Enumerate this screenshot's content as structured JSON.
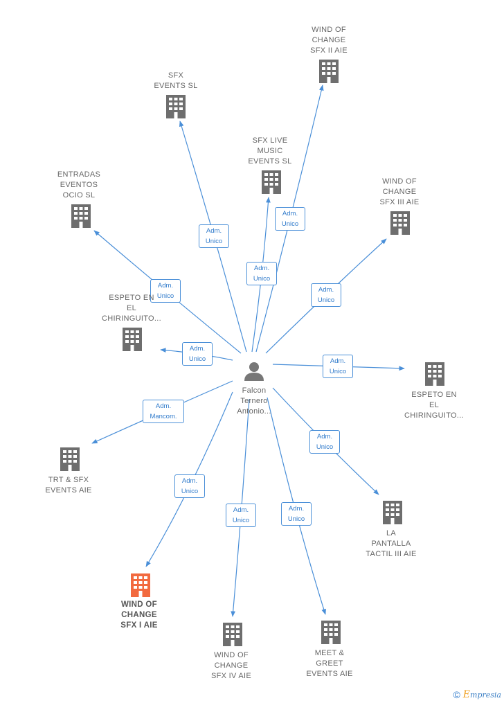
{
  "colors": {
    "edge": "#4a8fd8",
    "building": "#6e6e6e",
    "building_highlight": "#f26a3f",
    "person": "#777777",
    "label": "#666666",
    "edge_text": "#2f7acb"
  },
  "center": {
    "name_lines": [
      "Falcon",
      "Ternero",
      "Antonio..."
    ],
    "icon": "person-icon"
  },
  "nodes": [
    {
      "id": "wind-of-change-sfx-ii",
      "lines": [
        "WIND OF",
        "CHANGE",
        "SFX II AIE"
      ],
      "icon": "building-icon",
      "highlight": false
    },
    {
      "id": "sfx-events-sl",
      "lines": [
        "SFX",
        "EVENTS  SL"
      ],
      "icon": "building-icon",
      "highlight": false
    },
    {
      "id": "sfx-live-music-events-sl",
      "lines": [
        "SFX LIVE",
        "MUSIC",
        "EVENTS  SL"
      ],
      "icon": "building-icon",
      "highlight": false
    },
    {
      "id": "entradas-eventos-ocio-sl",
      "lines": [
        "ENTRADAS",
        "EVENTOS",
        "OCIO  SL"
      ],
      "icon": "building-icon",
      "highlight": false
    },
    {
      "id": "wind-of-change-sfx-iii",
      "lines": [
        "WIND OF",
        "CHANGE",
        "SFX III AIE"
      ],
      "icon": "building-icon",
      "highlight": false
    },
    {
      "id": "espeto-en-el-chiringuito-1",
      "lines": [
        "ESPETO EN",
        "EL",
        "CHIRINGUITO..."
      ],
      "icon": "building-icon",
      "highlight": false
    },
    {
      "id": "espeto-en-el-chiringuito-2",
      "lines": [
        "ESPETO EN",
        "EL",
        "CHIRINGUITO..."
      ],
      "icon": "building-icon",
      "highlight": false
    },
    {
      "id": "trt-sfx-events",
      "lines": [
        "TRT & SFX",
        "EVENTS AIE"
      ],
      "icon": "building-icon",
      "highlight": false
    },
    {
      "id": "la-pantalla-tactil-iii",
      "lines": [
        "LA",
        "PANTALLA",
        "TACTIL III  AIE"
      ],
      "icon": "building-icon",
      "highlight": false
    },
    {
      "id": "wind-of-change-sfx-i",
      "lines": [
        "WIND OF",
        "CHANGE",
        "SFX I AIE"
      ],
      "icon": "building-icon",
      "highlight": true
    },
    {
      "id": "wind-of-change-sfx-iv",
      "lines": [
        "WIND OF",
        "CHANGE",
        "SFX IV AIE"
      ],
      "icon": "building-icon",
      "highlight": false
    },
    {
      "id": "meet-greet-events",
      "lines": [
        "MEET &",
        "GREET",
        "EVENTS AIE"
      ],
      "icon": "building-icon",
      "highlight": false
    }
  ],
  "edges": [
    {
      "to": "wind-of-change-sfx-ii",
      "lines": [
        "Adm.",
        "Unico"
      ]
    },
    {
      "to": "sfx-events-sl",
      "lines": [
        "Adm.",
        "Unico"
      ]
    },
    {
      "to": "sfx-live-music-events-sl",
      "lines": [
        "Adm.",
        "Unico"
      ]
    },
    {
      "to": "entradas-eventos-ocio-sl",
      "lines": [
        "Adm.",
        "Unico"
      ]
    },
    {
      "to": "wind-of-change-sfx-iii",
      "lines": [
        "Adm.",
        "Unico"
      ]
    },
    {
      "to": "espeto-en-el-chiringuito-1",
      "lines": [
        "Adm.",
        "Unico"
      ]
    },
    {
      "to": "espeto-en-el-chiringuito-2",
      "lines": [
        "Adm.",
        "Unico"
      ]
    },
    {
      "to": "trt-sfx-events",
      "lines": [
        "Adm.",
        "Mancom."
      ]
    },
    {
      "to": "la-pantalla-tactil-iii",
      "lines": [
        "Adm.",
        "Unico"
      ]
    },
    {
      "to": "wind-of-change-sfx-i",
      "lines": [
        "Adm.",
        "Unico"
      ]
    },
    {
      "to": "wind-of-change-sfx-iv",
      "lines": [
        "Adm.",
        "Unico"
      ]
    },
    {
      "to": "meet-greet-events",
      "lines": [
        "Adm.",
        "Unico"
      ]
    }
  ],
  "footer": {
    "copyright": "©",
    "brand_initial": "E",
    "brand_rest": "mpresia"
  }
}
